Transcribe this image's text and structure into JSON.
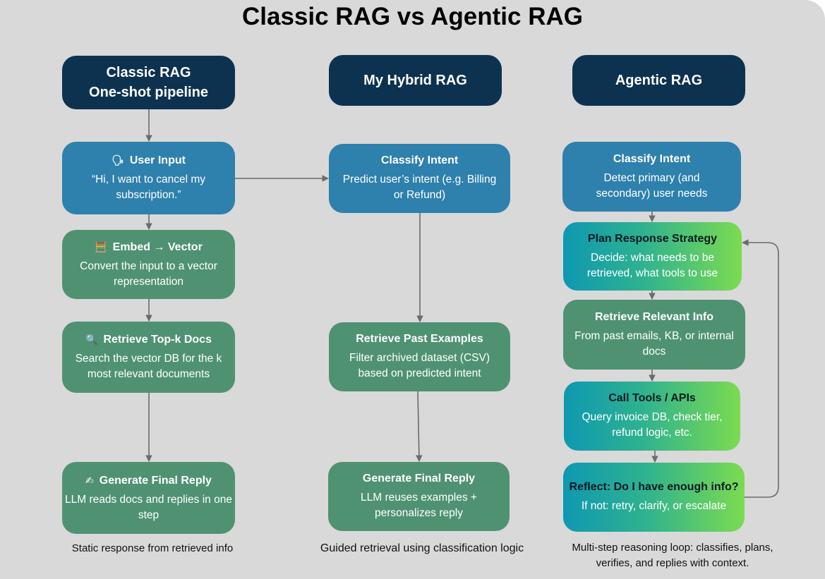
{
  "title": "Classic RAG vs Agentic RAG",
  "columns": {
    "classic": {
      "header_line1": "Classic RAG",
      "header_line2": "One-shot pipeline",
      "steps": [
        {
          "icon": "speaking-head-icon",
          "glyph": "🗣",
          "title": "User Input",
          "desc": "“Hi, I want to cancel my subscription.”"
        },
        {
          "icon": "abacus-icon",
          "glyph": "🧮",
          "title": "Embed → Vector",
          "desc": "Convert the input to a vector representation"
        },
        {
          "icon": "magnifier-icon",
          "glyph": "🔍",
          "title": "Retrieve Top-k Docs",
          "desc": "Search the vector DB for the k most relevant documents"
        },
        {
          "icon": "writing-hand-icon",
          "glyph": "✍",
          "title": "Generate Final Reply",
          "desc": "LLM reads docs and replies in one step"
        }
      ],
      "caption": "Static response from retrieved info"
    },
    "hybrid": {
      "header": "My Hybrid RAG",
      "steps": [
        {
          "title": "Classify Intent",
          "desc": "Predict user’s intent (e.g.  Billing or Refund)"
        },
        {
          "title": "Retrieve Past Examples",
          "desc": "Filter archived dataset (CSV) based on predicted intent"
        },
        {
          "title": "Generate Final Reply",
          "desc": "LLM reuses examples + personalizes reply"
        }
      ],
      "caption": "Guided retrieval using classification logic"
    },
    "agentic": {
      "header": "Agentic RAG",
      "steps": [
        {
          "title": "Classify Intent",
          "desc": "Detect primary (and secondary) user needs"
        },
        {
          "title": "Plan Response Strategy",
          "desc": "Decide: what needs to be retrieved, what tools to use"
        },
        {
          "title": "Retrieve Relevant Info",
          "desc": "From past emails, KB, or internal docs"
        },
        {
          "title": "Call Tools / APIs",
          "desc": "Query invoice DB, check tier, refund logic, etc."
        },
        {
          "title": "Reflect: Do I have enough info?",
          "desc": "If not: retry, clarify, or escalate"
        }
      ],
      "caption": "Multi-step reasoning loop: classifies, plans, verifies, and replies with context."
    }
  },
  "colors": {
    "background": "#d9d9d9",
    "header": "#0d3250",
    "blue_step": "#2e80ad",
    "green_step": "#4f9272",
    "gradient_start": "#0e98b1",
    "gradient_end": "#7cdb50",
    "arrow": "#6b6b6b"
  }
}
